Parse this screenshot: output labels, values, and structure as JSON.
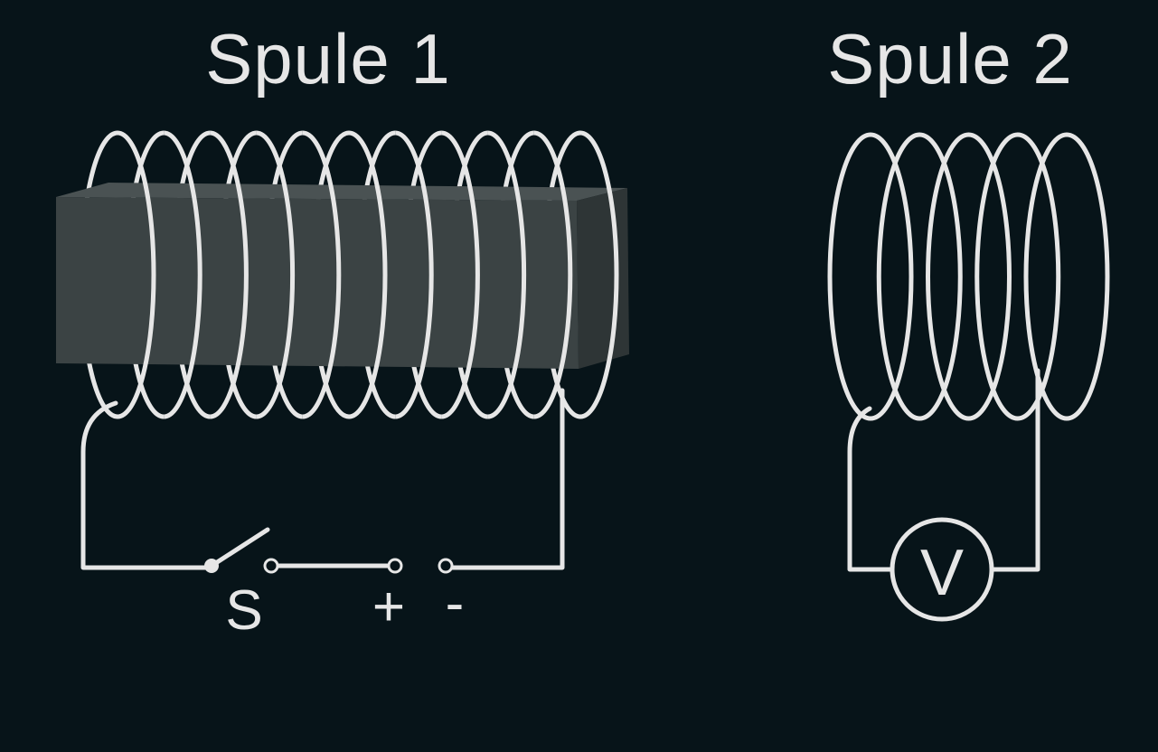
{
  "colors": {
    "background": "#071419",
    "wire": "#e6e6e6",
    "core_front": "#3b4344",
    "core_top": "#4a5253",
    "core_side": "#2e3536"
  },
  "coil1": {
    "title": "Spule 1",
    "turns": 11,
    "has_iron_core": true
  },
  "coil2": {
    "title": "Spule 2",
    "turns": 5
  },
  "circuit1": {
    "switch_label": "S",
    "plus_label": "+",
    "minus_label": "-"
  },
  "circuit2": {
    "meter_label": "V"
  }
}
